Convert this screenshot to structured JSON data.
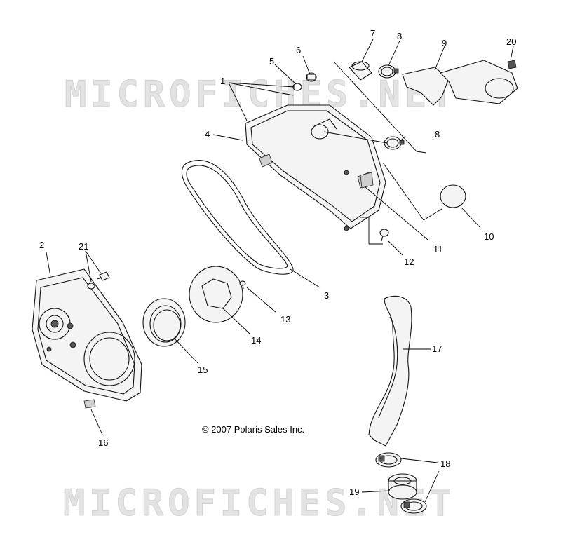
{
  "watermark": "MICROFICHES.NET",
  "copyright": "© 2007 Polaris Sales Inc.",
  "callouts": [
    "1",
    "2",
    "3",
    "4",
    "5",
    "6",
    "7",
    "8",
    "8",
    "9",
    "10",
    "11",
    "12",
    "13",
    "14",
    "15",
    "16",
    "17",
    "18",
    "19",
    "20",
    "21"
  ]
}
